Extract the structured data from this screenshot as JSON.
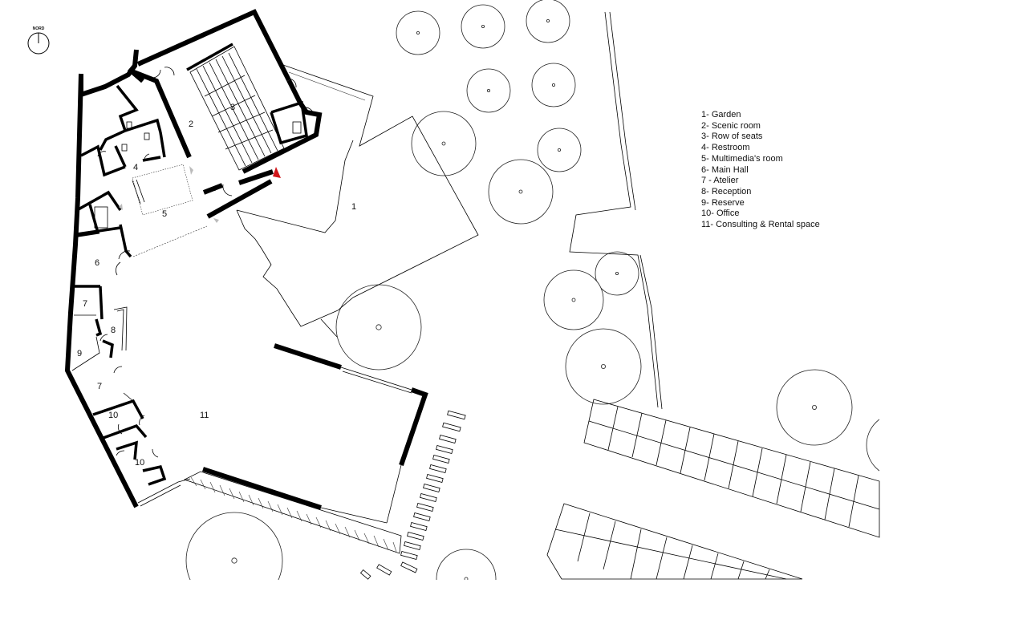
{
  "compass": {
    "label": "NORD"
  },
  "legend": [
    "1- Garden",
    "2- Scenic room",
    "3- Row of seats",
    "4- Restroom",
    "5- Multimedia's room",
    "6- Main Hall",
    "7 - Atelier",
    "8- Reception",
    "9- Reserve",
    "10- Office",
    "11- Consulting & Rental space"
  ],
  "rooms": {
    "garden": "1",
    "scenic_room": "2",
    "row_of_seats": "3",
    "restroom": "4",
    "multimedia_room": "5",
    "main_hall": "6",
    "atelier_a": "7",
    "reception": "8",
    "reserve": "9",
    "atelier_b": "7",
    "office_a": "10",
    "consulting_rental": "11",
    "office_b": "10"
  },
  "colors": {
    "entrance_marker": "#d0161a",
    "walls": "#000000",
    "background": "#ffffff"
  }
}
